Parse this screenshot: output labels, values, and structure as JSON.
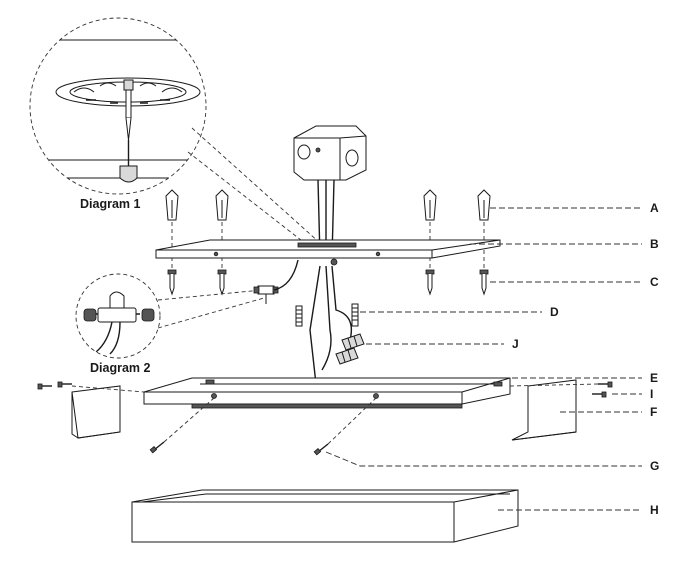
{
  "diagram": {
    "captions": {
      "diagram1": "Diagram 1",
      "diagram2": "Diagram 2"
    },
    "callouts": [
      {
        "id": "A",
        "label": "A"
      },
      {
        "id": "B",
        "label": "B"
      },
      {
        "id": "C",
        "label": "C"
      },
      {
        "id": "D",
        "label": "D"
      },
      {
        "id": "J",
        "label": "J"
      },
      {
        "id": "E",
        "label": "E"
      },
      {
        "id": "I",
        "label": "I"
      },
      {
        "id": "F",
        "label": "F"
      },
      {
        "id": "G",
        "label": "G"
      },
      {
        "id": "H",
        "label": "H"
      }
    ]
  }
}
